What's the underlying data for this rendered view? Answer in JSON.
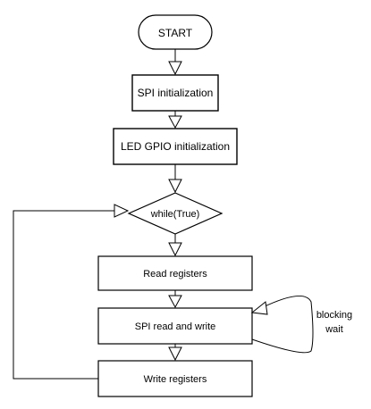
{
  "flowchart": {
    "start": "START",
    "spi_init": "SPI initialization",
    "led_init": "LED GPIO initialization",
    "loop_condition": "while(True)",
    "read_registers": "Read registers",
    "spi_read_write": "SPI read and write",
    "write_registers": "Write registers",
    "blocking_wait_line1": "blocking",
    "blocking_wait_line2": "wait"
  }
}
